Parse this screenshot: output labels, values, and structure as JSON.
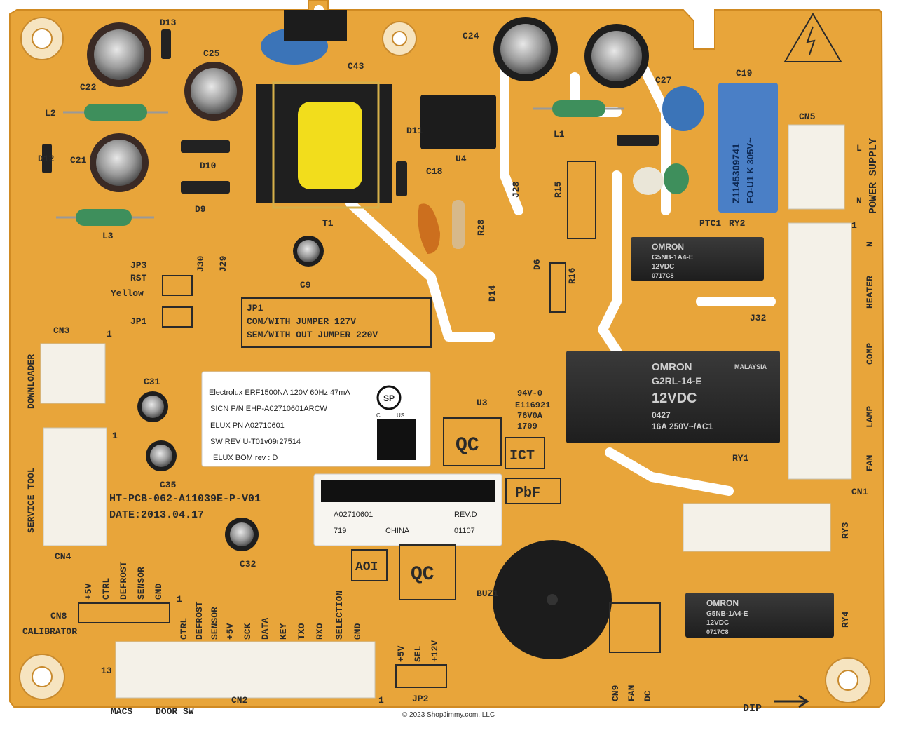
{
  "colors": {
    "board": "#e8a53a",
    "trace": "#ffffff",
    "silk": "#2a2a2a",
    "relay": "#2d2d2d",
    "connector": "#f4f1e8"
  },
  "components": {
    "c22": "C22",
    "c25": "C25",
    "c21": "C21",
    "c24": "C24",
    "c19": "C19",
    "c27": "C27",
    "c31": "C31",
    "c35": "C35",
    "c32": "C32",
    "c9": "C9",
    "c18": "C18",
    "c43": "C43",
    "d13": "D13",
    "d12": "D12",
    "d10": "D10",
    "d9": "D9",
    "d11": "D11",
    "d14": "D14",
    "d6": "D6",
    "l2": "L2",
    "l3": "L3",
    "l1": "L1",
    "t1": "T1",
    "u4": "U4",
    "u3": "U3",
    "r15": "R15",
    "r16": "R16",
    "r28": "R28",
    "j28": "J28",
    "j30": "J30",
    "j29": "J29",
    "j32": "J32",
    "ptc1": "PTC1",
    "ry1": "RY1",
    "ry2": "RY2",
    "ry3": "RY3",
    "ry4": "RY4",
    "buz1": "BUZ1",
    "jp2": "JP2"
  },
  "connectors": {
    "cn1": "CN1",
    "cn2": "CN2",
    "cn3": "CN3",
    "cn4": "CN4",
    "cn5": "CN5",
    "cn8": "CN8",
    "cn9": "CN9",
    "pin1": "1",
    "pin13": "13"
  },
  "power_supply": {
    "title": "POWER SUPPLY",
    "l": "L",
    "n": "N"
  },
  "cn1_labels": [
    "N",
    "HEATER",
    "COMP",
    "LAMP",
    "FAN"
  ],
  "jumpers": {
    "jp3": "JP3",
    "rst": "RST",
    "yellow": "Yellow",
    "jp1": "JP1",
    "jp1_title": "JP1",
    "line1": "COM/WITH JUMPER 127V",
    "line2": "SEM/WITH OUT JUMPER 220V"
  },
  "left_labels": {
    "downloader": "DOWNLOADER",
    "service_tool": "SERVICE TOOL",
    "calibrator": "CALIBRATOR"
  },
  "cn8_labels": [
    "+5V",
    "CTRL",
    "DEFROST",
    "SENSOR",
    "GND"
  ],
  "cn2_labels": [
    "CTRL",
    "DEFROST",
    "SENSOR",
    "+5V",
    "SCK",
    "DATA",
    "KEY",
    "TXO",
    "RXO",
    "SELECTION",
    "GND"
  ],
  "jp2_labels": [
    "+5V",
    "SEL",
    "+12V"
  ],
  "bottom_labels": {
    "macs": "MACS",
    "door_sw": "DOOR SW",
    "fan": "FAN",
    "dc": "DC",
    "dip": "DIP"
  },
  "board_text": {
    "pcb": "HT-PCB-062-A11039E-P-V01",
    "date": "DATE:2013.04.17",
    "qc": "QC",
    "ict": "ICT",
    "pbf": "PbF",
    "aoi": "AOI",
    "ul_rating": "94V-0",
    "ul_file": "E116921",
    "ul_code": "76V0A",
    "ul_date": "1709"
  },
  "main_sticker": {
    "line1": "Electrolux ERF1500NA 120V 60Hz 47mA",
    "line2": "SICN P/N EHP-A02710601ARCW",
    "line3": "ELUX PN A02710601",
    "line4": "SW REV U-T01v09r27514",
    "line5": "ELUX BOM rev : D",
    "csa": "SP",
    "csa_c": "C",
    "csa_us": "US"
  },
  "barcode_sticker": {
    "part": "A02710601",
    "rev": "REV.D",
    "code": "719",
    "country": "CHINA",
    "lot": "01107"
  },
  "relays": {
    "omron": "OMRON",
    "malaysia": "MALAYSIA",
    "ry1_model": "G2RL-14-E",
    "ry1_volt": "12VDC",
    "ry1_code": "0427",
    "ry1_rating": "16A 250V~/AC1",
    "small_model": "G5NB-1A4-E",
    "small_volt": "12VDC",
    "ry2_code": "0717C8",
    "ry4_code": "0717C8"
  },
  "x2_cap": {
    "part": "Z1145309741",
    "spec": "FO-U1 K 305V~"
  },
  "copyright": "© 2023 ShopJimmy.com, LLC"
}
